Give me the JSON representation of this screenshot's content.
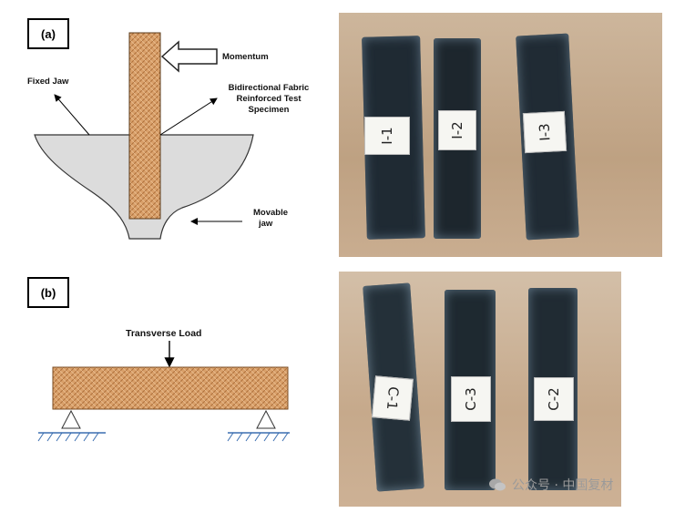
{
  "panels": {
    "a": {
      "label": "(a)",
      "fixed_jaw": "Fixed Jaw",
      "momentum": "Momentum",
      "specimen_line1": "Bidirectional Fabric",
      "specimen_line2": "Reinforced Test",
      "specimen_line3": "Specimen",
      "movable_line1": "Movable",
      "movable_line2": "jaw",
      "photo_tags": [
        "I-1",
        "I-2",
        "I-3"
      ]
    },
    "b": {
      "label": "(b)",
      "load": "Transverse Load",
      "photo_tags": [
        "C-1",
        "C-3",
        "C-2"
      ]
    }
  },
  "watermark": "公众号 · 中国复材",
  "colors": {
    "fabric": "#d9a06a",
    "jaw": "#dcdcdc",
    "support": "#3b6fb0",
    "photo_bg": "#c7ab8e",
    "specimen_dark": "#1f2a33"
  }
}
